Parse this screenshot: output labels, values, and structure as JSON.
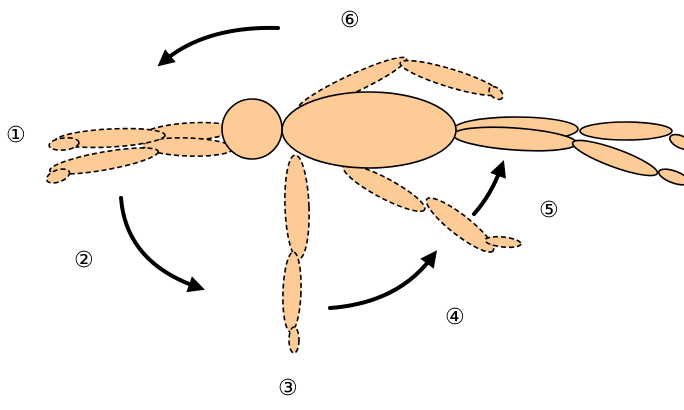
{
  "steps": [
    {
      "id": 1,
      "label": "①"
    },
    {
      "id": 2,
      "label": "②"
    },
    {
      "id": 3,
      "label": "③"
    },
    {
      "id": 4,
      "label": "④"
    },
    {
      "id": 5,
      "label": "⑤"
    },
    {
      "id": 6,
      "label": "⑥"
    }
  ],
  "colors": {
    "limb_fill": "#FCCB96",
    "outline": "#000000",
    "arrow": "#000000",
    "background": "#FFFFFF"
  }
}
